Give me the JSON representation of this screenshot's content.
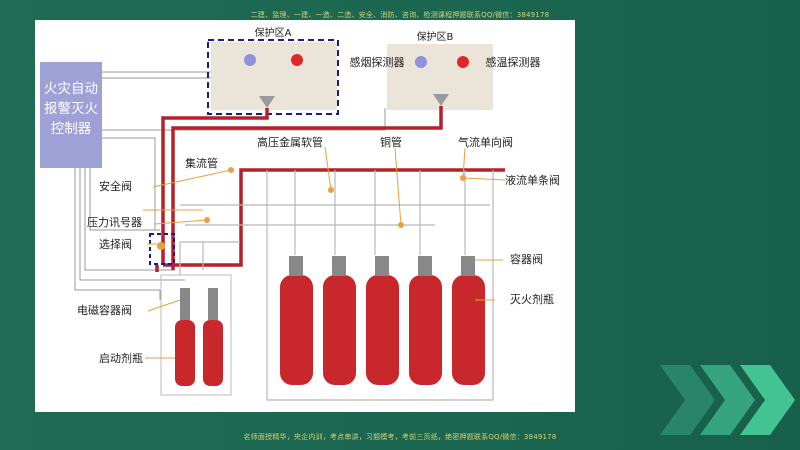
{
  "watermark": {
    "top": "二建、监理、一建、一造、二造、安全、消防、咨询、检测课程押题联系QQ/微信：3849178",
    "bottom": "名师面授精华，央企内训，考点串讲，习题模考，考前三页纸，绝密押题联系QQ/微信：3849178"
  },
  "diagram": {
    "controller": [
      "火灾自动",
      "报警灭火",
      "控制器"
    ],
    "zone_a": "保护区A",
    "zone_b": "保护区B",
    "smoke_detector": "感烟探测器",
    "heat_detector": "感温探测器",
    "labels": {
      "hose": "高压金属软管",
      "copper_pipe": "铜管",
      "check_valve_gas": "气流单向阀",
      "collector": "集流管",
      "liquid_check_valve": "液流单条阀",
      "safety_valve": "安全阀",
      "pressure_signal": "压力讯号器",
      "selector_valve": "选择阀",
      "container_valve": "容器阀",
      "solenoid_valve": "电磁容器阀",
      "agent_bottle": "灭火剂瓶",
      "starter_bottle": "启动剂瓶"
    },
    "colors": {
      "panel": "#9ea0d6",
      "zone_box": "#ebe4d8",
      "smoke_dot": "#8f92dc",
      "heat_dot": "#e0282a",
      "pipe": "#b5202a",
      "cylinder": "#c8282c",
      "dash": "#1a1a8c"
    }
  }
}
